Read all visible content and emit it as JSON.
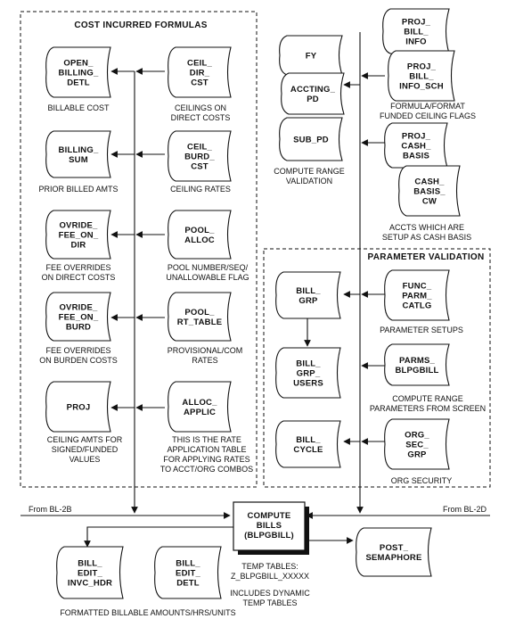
{
  "sections": {
    "cost_incurred": "COST INCURRED FORMULAS",
    "parameter_validation": "PARAMETER VALIDATION"
  },
  "tables": {
    "open_billing_detl": [
      "OPEN_",
      "BILLING_",
      "DETL"
    ],
    "ceil_dir_cst": [
      "CEIL_",
      "DIR_",
      "CST"
    ],
    "billing_sum": [
      "BILLING_",
      "SUM"
    ],
    "ceil_burd_cst": [
      "CEIL_",
      "BURD_",
      "CST"
    ],
    "ovride_fee_on_dir": [
      "OVRIDE_",
      "FEE_ON_",
      "DIR"
    ],
    "pool_alloc": [
      "POOL_",
      "ALLOC"
    ],
    "ovride_fee_on_burd": [
      "OVRIDE_",
      "FEE_ON_",
      "BURD"
    ],
    "pool_rt_table": [
      "POOL_",
      "RT_TABLE"
    ],
    "proj": [
      "PROJ"
    ],
    "alloc_applic": [
      "ALLOC_",
      "APPLIC"
    ],
    "fy": [
      "FY"
    ],
    "accting_pd": [
      "ACCTING_",
      "PD"
    ],
    "sub_pd": [
      "SUB_PD"
    ],
    "proj_bill_info": [
      "PROJ_",
      "BILL_",
      "INFO"
    ],
    "proj_bill_info_sch": [
      "PROJ_",
      "BILL_",
      "INFO_SCH"
    ],
    "proj_cash_basis": [
      "PROJ_",
      "CASH_",
      "BASIS"
    ],
    "cash_basis_cw": [
      "CASH_",
      "BASIS_",
      "CW"
    ],
    "bill_grp": [
      "BILL_",
      "GRP"
    ],
    "func_parm_catlg": [
      "FUNC_",
      "PARM_",
      "CATLG"
    ],
    "bill_grp_users": [
      "BILL_",
      "GRP_",
      "USERS"
    ],
    "parms_blpgbill": [
      "PARMS_",
      "BLPGBILL"
    ],
    "bill_cycle": [
      "BILL_",
      "CYCLE"
    ],
    "org_sec_grp": [
      "ORG_",
      "SEC_",
      "GRP"
    ],
    "bill_edit_invc_hdr": [
      "BILL_",
      "EDIT_",
      "INVC_HDR"
    ],
    "bill_edit_detl": [
      "BILL_",
      "EDIT_",
      "DETL"
    ],
    "post_semaphore": [
      "POST_",
      "SEMAPHORE"
    ]
  },
  "process": [
    "COMPUTE",
    "BILLS",
    "(BLPGBILL)"
  ],
  "captions": {
    "billable_cost": [
      "BILLABLE COST"
    ],
    "ceilings_direct": [
      "CEILINGS ON",
      "DIRECT COSTS"
    ],
    "prior_billed": [
      "PRIOR BILLED AMTS"
    ],
    "ceiling_rates": [
      "CEILING RATES"
    ],
    "fee_overrides_direct": [
      "FEE OVERRIDES",
      "ON DIRECT COSTS"
    ],
    "pool_number": [
      "POOL NUMBER/SEQ/",
      "UNALLOWABLE FLAG"
    ],
    "fee_overrides_burden": [
      "FEE OVERRIDES",
      "ON BURDEN COSTS"
    ],
    "provisional_rates": [
      "PROVISIONAL/COM",
      "RATES"
    ],
    "ceiling_amts": [
      "CEILING AMTS FOR",
      "SIGNED/FUNDED",
      "VALUES"
    ],
    "rate_application": [
      "THIS IS THE RATE",
      "APPLICATION TABLE",
      "FOR APPLYING RATES",
      "TO ACCT/ORG COMBOS"
    ],
    "compute_range_validation": [
      "COMPUTE RANGE",
      "VALIDATION"
    ],
    "formula_flags": [
      "FORMULA/FORMAT",
      "FUNDED CEILING FLAGS"
    ],
    "cash_basis": [
      "ACCTS WHICH ARE",
      "SETUP AS CASH BASIS"
    ],
    "parameter_setups": [
      "PARAMETER SETUPS"
    ],
    "compute_range_params": [
      "COMPUTE RANGE",
      "PARAMETERS FROM SCREEN"
    ],
    "org_security": [
      "ORG SECURITY"
    ],
    "temp_tables": [
      "TEMP TABLES:",
      "Z_BLPGBILL_XXXXX"
    ],
    "dynamic_temp": [
      "INCLUDES DYNAMIC",
      "TEMP TABLES"
    ],
    "formatted_amounts": [
      "FORMATTED BILLABLE AMOUNTS/HRS/UNITS"
    ]
  },
  "from_left": "From BL-2B",
  "from_right": "From BL-2D"
}
